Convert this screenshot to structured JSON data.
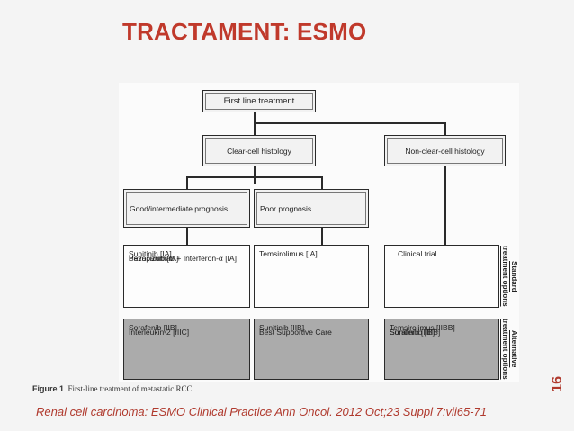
{
  "slide": {
    "title": "TRACTAMENT: ESMO",
    "citation": "Renal cell carcinoma: ESMO Clinical Practice Ann Oncol. 2012 Oct;23 Suppl 7:vii65-71",
    "page_number": "16"
  },
  "figure": {
    "caption_label": "Figure 1",
    "caption_text": "First-line treatment of metastatic RCC.",
    "root": "First line treatment",
    "clear_cell": "Clear-cell histology",
    "non_clear_cell": "Non-clear-cell histology",
    "good_prognosis": "Good/intermediate prognosis",
    "poor_prognosis": "Poor prognosis",
    "standard_label": "Standard treatment options",
    "alternative_label": "Alternative treatment options",
    "standard": {
      "good": [
        "Sunitinib [IA]",
        "Bevacizumab + Interferon-α [IA]",
        "Pazopanib [IA]"
      ],
      "poor": [
        "Temsirolimus [IA]"
      ],
      "non_clear": [
        "Clinical trial"
      ]
    },
    "alternative": {
      "good": [
        "Sorafenib [IIB]",
        "Interleukin-2 [IIIC]"
      ],
      "poor": [
        "Sunitinib [IIB]",
        "Best Supportive Care"
      ],
      "non_clear": [
        "Temsirolimus [IIBB]",
        "Sunitinib [IIB]",
        "Sorafenib [IIIB]"
      ]
    }
  }
}
